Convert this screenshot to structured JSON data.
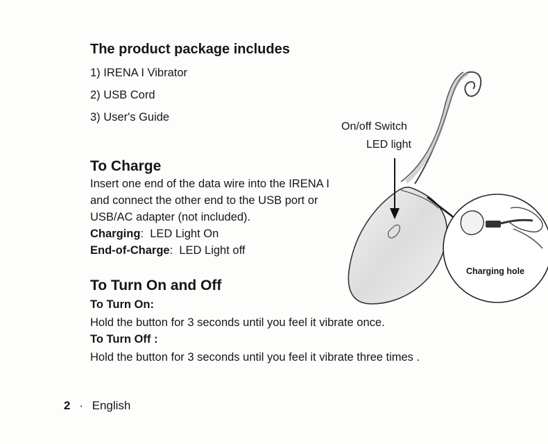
{
  "package": {
    "heading": "The product package includes",
    "items": [
      "1) IRENA I Vibrator",
      "2) USB Cord",
      "3) User's Guide"
    ]
  },
  "charge": {
    "heading": "To Charge",
    "lines": [
      "Insert one end of the data wire into the IRENA I",
      "and connect the other end to the USB port or",
      "USB/AC adapter (not included)."
    ],
    "charging_label": "Charging",
    "charging_value": "LED Light On",
    "end_label": "End-of-Charge",
    "end_value": "LED Light off"
  },
  "turn": {
    "heading": "To Turn On and Off",
    "on_label": "To Turn On:",
    "on_text": "Hold the button for 3 seconds until you feel it vibrate once.",
    "off_label": "To Turn Off :",
    "off_text": "Hold the button for 3 seconds until you feel it vibrate three times ."
  },
  "illustration": {
    "switch_label": "On/off Switch",
    "led_label": "LED light",
    "hole_label": "Charging hole"
  },
  "footer": {
    "page_number": "2",
    "separator": "·",
    "language": "English"
  }
}
